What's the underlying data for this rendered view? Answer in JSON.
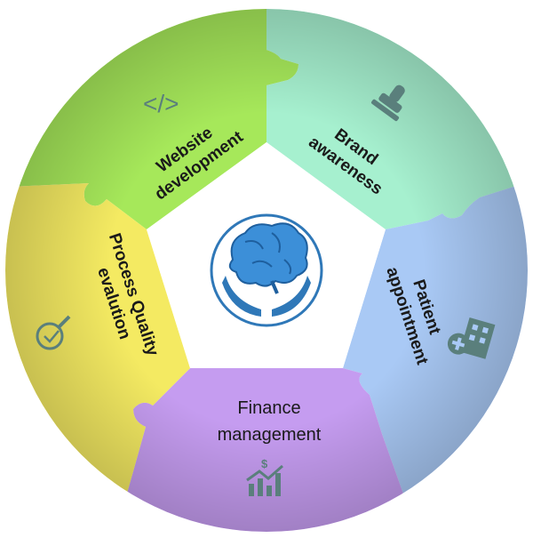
{
  "diagram": {
    "center_icon": "brain-in-hands-icon",
    "segments": [
      {
        "id": "website",
        "line1": "Website",
        "line2": "development",
        "color": "#a6e85a",
        "icon": "code-brackets-icon"
      },
      {
        "id": "brand",
        "line1": "Brand",
        "line2": "awareness",
        "color": "#a6f0cf",
        "icon": "stamp-icon"
      },
      {
        "id": "patient",
        "line1": "Patient",
        "line2": "appointment",
        "color": "#a9c9f5",
        "icon": "hospital-icon"
      },
      {
        "id": "finance",
        "line1": "Finance",
        "line2": "management",
        "color": "#c59cf0",
        "icon": "growth-chart-icon"
      },
      {
        "id": "process",
        "line1": "Process Quality",
        "line2": "evalution",
        "color": "#f4ea62",
        "icon": "search-check-icon"
      }
    ]
  }
}
